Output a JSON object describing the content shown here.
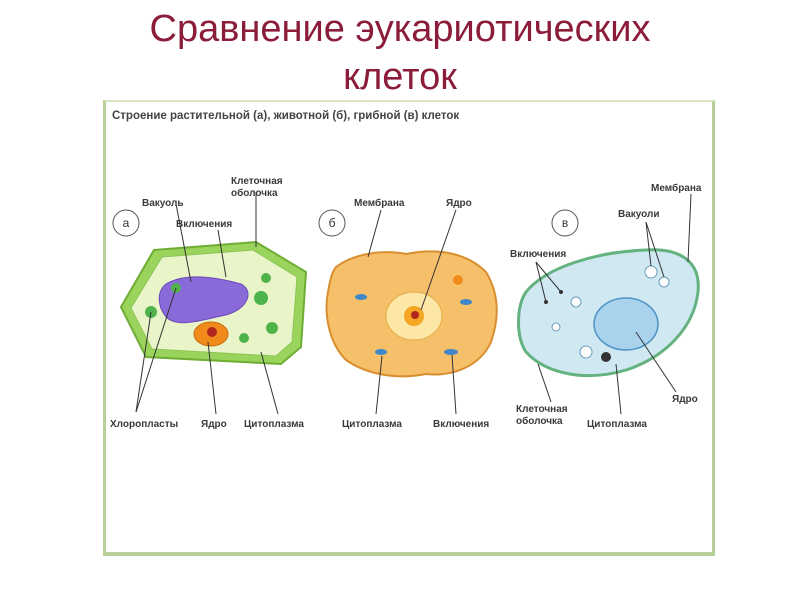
{
  "slide": {
    "title_line1": "Сравнение эукариотических",
    "title_line2": "клеток",
    "title_color": "#8b1c3a"
  },
  "figure": {
    "caption": "Строение растительной (а), животной (б), грибной (в) клеток",
    "plant": {
      "letter": "а",
      "labels": {
        "vacuole": "Вакуоль",
        "cell_wall_1": "Клеточная",
        "cell_wall_2": "оболочка",
        "inclusions": "Включения",
        "chloroplasts": "Хлоропласты",
        "nucleus": "Ядро",
        "cytoplasm": "Цитоплазма"
      }
    },
    "animal": {
      "letter": "б",
      "labels": {
        "membrane": "Мембрана",
        "nucleus": "Ядро",
        "cytoplasm": "Цитоплазма",
        "inclusions": "Включения"
      }
    },
    "fungal": {
      "letter": "в",
      "labels": {
        "membrane": "Мембрана",
        "vacuoles": "Вакуоли",
        "inclusions": "Включения",
        "cell_wall_1": "Клеточная",
        "cell_wall_2": "оболочка",
        "cytoplasm": "Цитоплазма",
        "nucleus": "Ядро"
      }
    }
  }
}
